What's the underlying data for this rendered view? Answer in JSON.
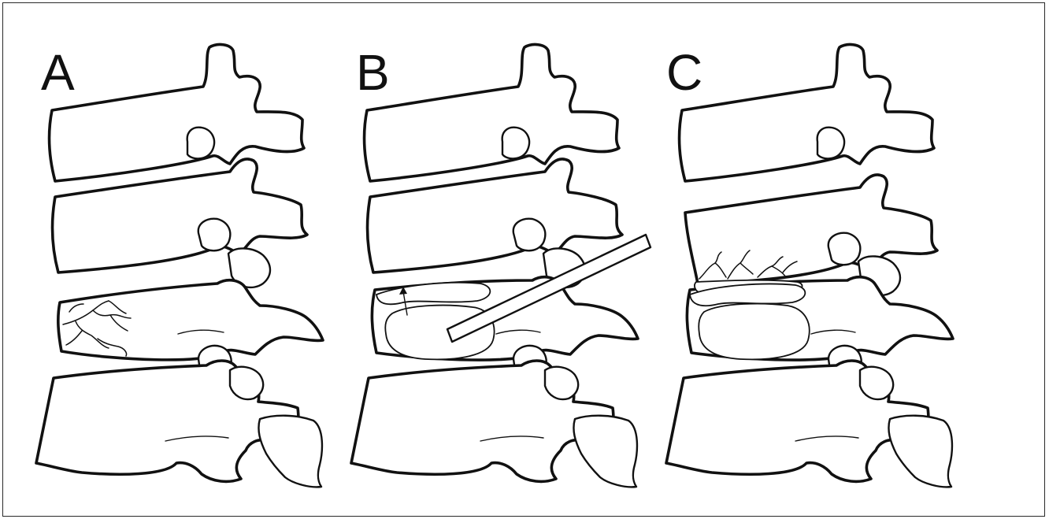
{
  "figure": {
    "panels": [
      {
        "id": "A",
        "label": "A",
        "state": "compression-fracture"
      },
      {
        "id": "B",
        "label": "B",
        "state": "balloon-inflation"
      },
      {
        "id": "C",
        "label": "C",
        "state": "cement-filled-cavity"
      }
    ],
    "colors": {
      "ink": "#111111",
      "background": "#ffffff",
      "frame": "#2a2a2a"
    }
  }
}
